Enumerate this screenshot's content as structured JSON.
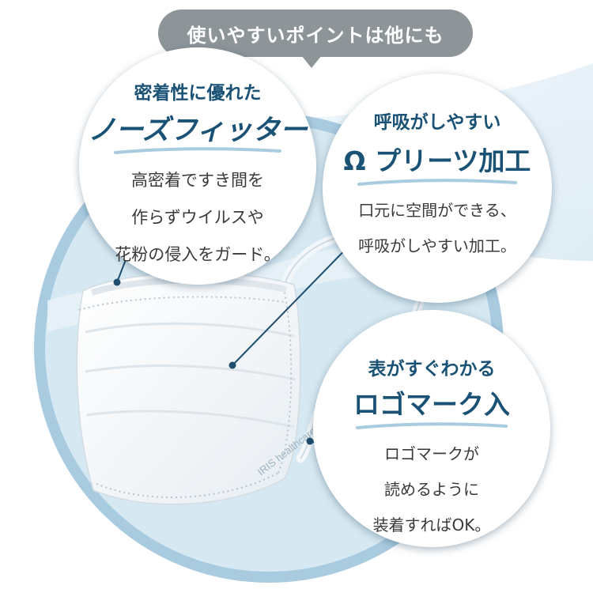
{
  "banner": {
    "text": "使いやすいポイントは他にも"
  },
  "callouts": [
    {
      "subtitle": "密着性に優れた",
      "title": "ノーズフィッター",
      "body_lines": [
        "高密着ですき間を",
        "作らずウイルスや",
        "花粉の侵入をガード。"
      ]
    },
    {
      "subtitle": "呼吸がしやすい",
      "title": "Ω プリーツ加工",
      "body_lines": [
        "口元に空間ができる、",
        "呼吸がしやすい加工。"
      ]
    },
    {
      "subtitle": "表がすぐわかる",
      "title": "ロゴマーク入",
      "body_lines": [
        "ロゴマークが",
        "読めるように",
        "装着すればOK。"
      ]
    }
  ],
  "mask": {
    "logo_text": "IRIS healthcare"
  },
  "colors": {
    "banner_bg": "#8d9599",
    "heading": "#1a5275",
    "big_circle": "#d6e8f1",
    "big_circle_ring": "#a9cbe0",
    "leader": "#1f4e6e"
  }
}
